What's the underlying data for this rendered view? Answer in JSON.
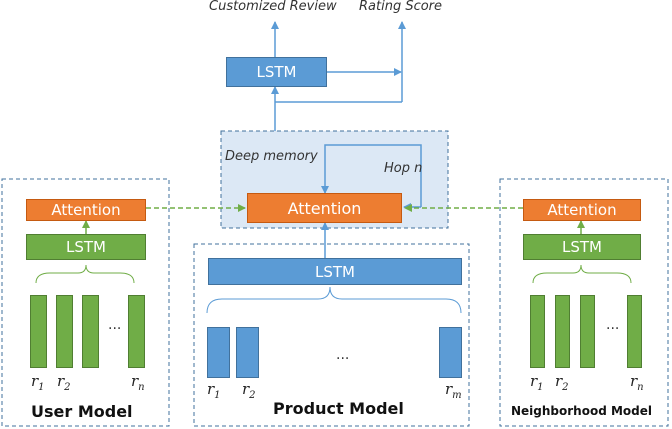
{
  "outputs": {
    "customized_review": "Customized Review",
    "rating_score": "Rating Score"
  },
  "top": {
    "lstm": "LSTM"
  },
  "memory": {
    "deep_memory": "Deep memory",
    "hop": "Hop n",
    "attention": "Attention"
  },
  "user_model": {
    "title": "User Model",
    "attention": "Attention",
    "lstm": "LSTM",
    "ellipsis": "...",
    "labels": [
      {
        "base": "r",
        "sub": "1"
      },
      {
        "base": "r",
        "sub": "2"
      },
      {
        "base": "r",
        "sub": "n"
      }
    ]
  },
  "product_model": {
    "title": "Product Model",
    "lstm": "LSTM",
    "ellipsis": "...",
    "labels": [
      {
        "base": "r",
        "sub": "1"
      },
      {
        "base": "r",
        "sub": "2"
      },
      {
        "base": "r",
        "sub": "m"
      }
    ]
  },
  "neighborhood_model": {
    "title": "Neighborhood Model",
    "attention": "Attention",
    "lstm": "LSTM",
    "ellipsis": "...",
    "labels": [
      {
        "base": "r",
        "sub": "1"
      },
      {
        "base": "r",
        "sub": "2"
      },
      {
        "base": "r",
        "sub": "n"
      }
    ]
  },
  "colors": {
    "attention": "#ed7d31",
    "lstm_green": "#70ad47",
    "lstm_blue": "#5b9bd5",
    "memory_panel": "#dce8f5",
    "dashed_border": "#41719c",
    "arrow_blue": "#5b9bd5",
    "arrow_green": "#70ad47"
  }
}
